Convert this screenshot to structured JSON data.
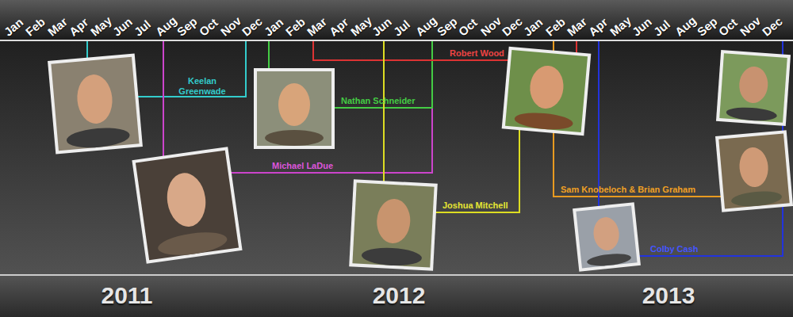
{
  "diagram": {
    "labels": [
      "Jan",
      "Feb",
      "Mar",
      "Apr",
      "May",
      "Jun",
      "Jul",
      "Aug",
      "Sep",
      "Oct",
      "Nov",
      "Dec",
      "Jan",
      "Feb",
      "Mar",
      "Apr",
      "May",
      "Jun",
      "Jul",
      "Aug",
      "Sep",
      "Oct",
      "Nov",
      "Dec",
      "Jan",
      "Feb",
      "Mar",
      "Apr",
      "May",
      "Jun",
      "Jul",
      "Aug",
      "Sep",
      "Oct",
      "Nov",
      "Dec",
      "Keelan Greenwade",
      "Nathan Schneider",
      "Robert Wood",
      "Michael LaDue",
      "Joshua Mitchell",
      "Sam Knobeloch & Brian Graham",
      "Colby Cash",
      "2011",
      "2012",
      "2013"
    ]
  }
}
